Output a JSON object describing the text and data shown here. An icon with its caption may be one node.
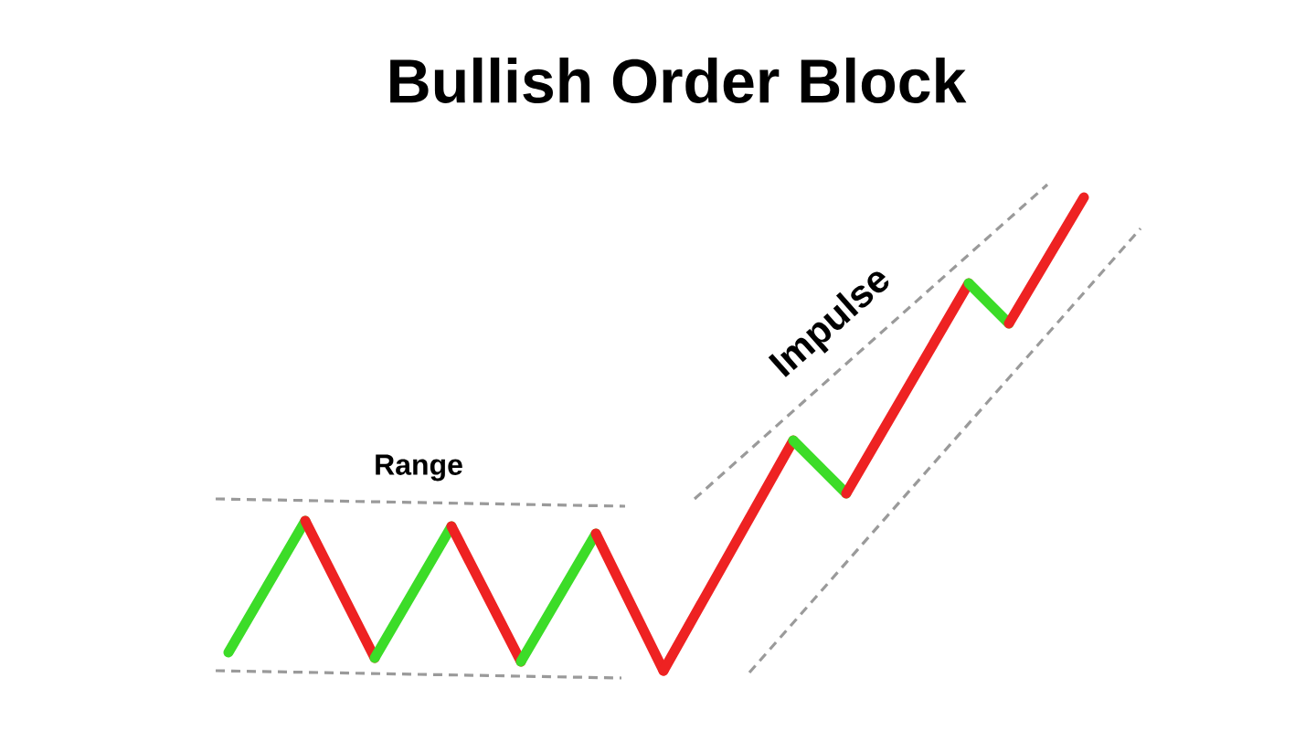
{
  "diagram": {
    "title": "Bullish Order Block",
    "labels": [
      "Range",
      "Impulse"
    ]
  }
}
